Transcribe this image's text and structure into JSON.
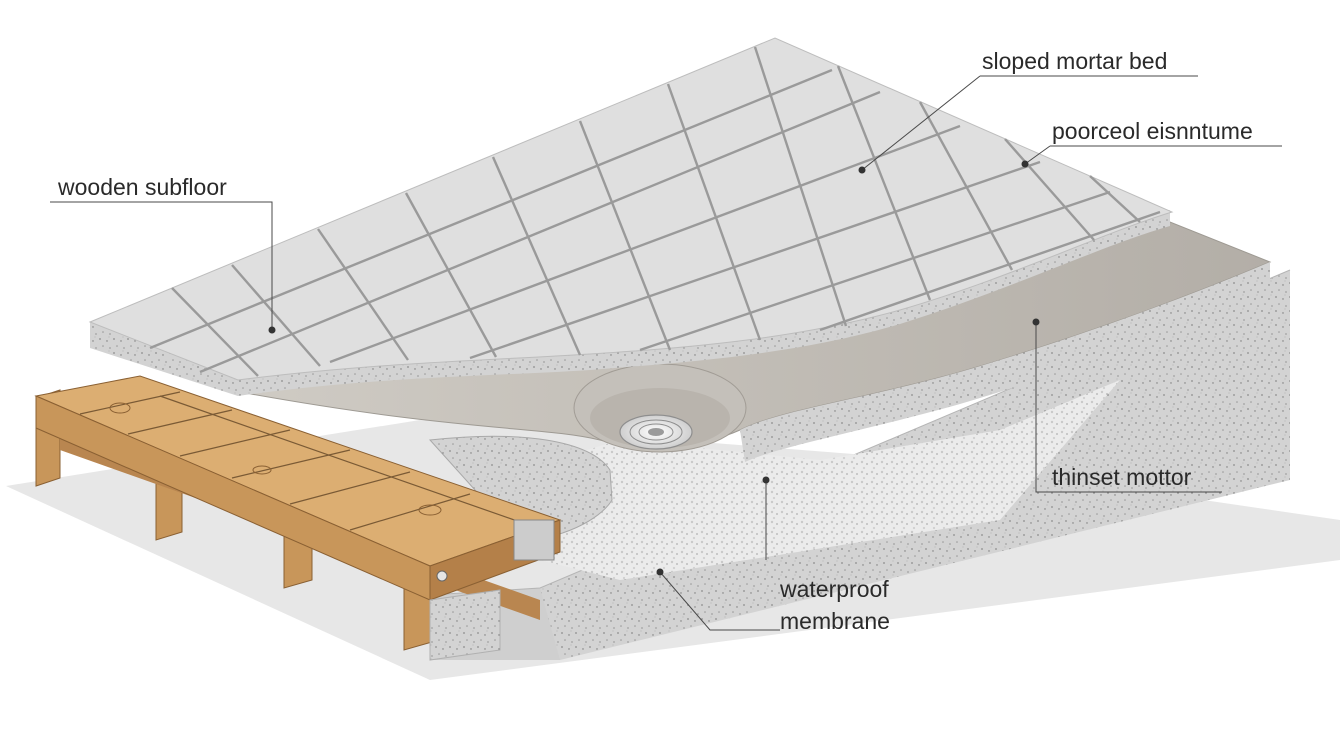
{
  "labels": {
    "sloped_mortar_bed": "sloped mortar bed",
    "porcelain_tile": "poorceol eisnntume",
    "wooden_subfloor": "wooden subfloor",
    "thinset_mortar": "thinset mottor",
    "waterproof_membrane_line1": "waterproof",
    "waterproof_membrane_line2": "membrane"
  },
  "colors": {
    "tile": "#dedede",
    "grout": "#9a9a9a",
    "mortar": "#bdb9b3",
    "concrete": "#d2d2d2",
    "wood": "#d9a86a",
    "ground": "#e6e6e6"
  }
}
